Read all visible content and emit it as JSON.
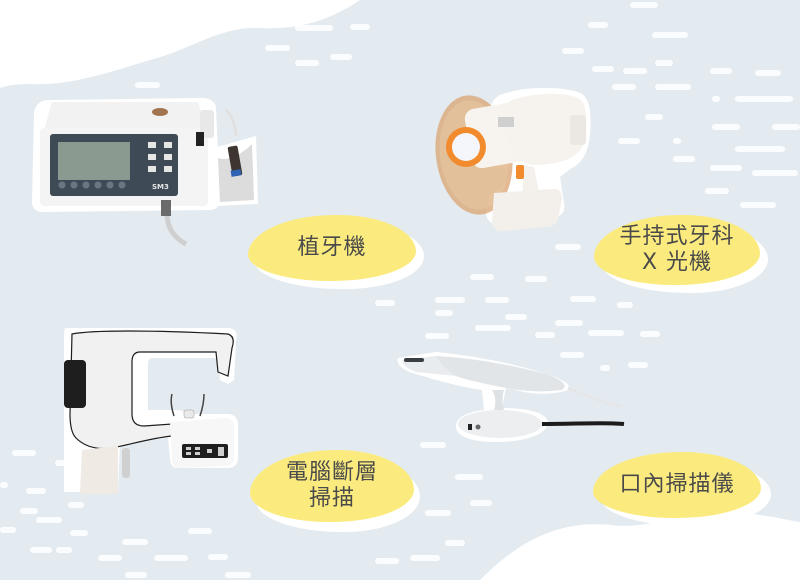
{
  "colors": {
    "background": "#e4ebf0",
    "wave": "#ffffff",
    "pill": "#fbeb7e",
    "label_text": "#4a4a4a",
    "accent_orange": "#f28a2e"
  },
  "devices": [
    {
      "id": "implant-motor",
      "icon": "implant-motor-icon",
      "label_lines": [
        "植牙機"
      ]
    },
    {
      "id": "handheld-xray",
      "icon": "handheld-xray-icon",
      "label_lines": [
        "手持式牙科",
        "X 光機"
      ]
    },
    {
      "id": "ct-scanner",
      "icon": "ct-scanner-icon",
      "label_lines": [
        "電腦斷層",
        "掃描"
      ]
    },
    {
      "id": "intraoral-scanner",
      "icon": "intraoral-scanner-icon",
      "label_lines": [
        "口內掃描儀"
      ]
    }
  ],
  "implant_motor": {
    "model": "SM3"
  }
}
